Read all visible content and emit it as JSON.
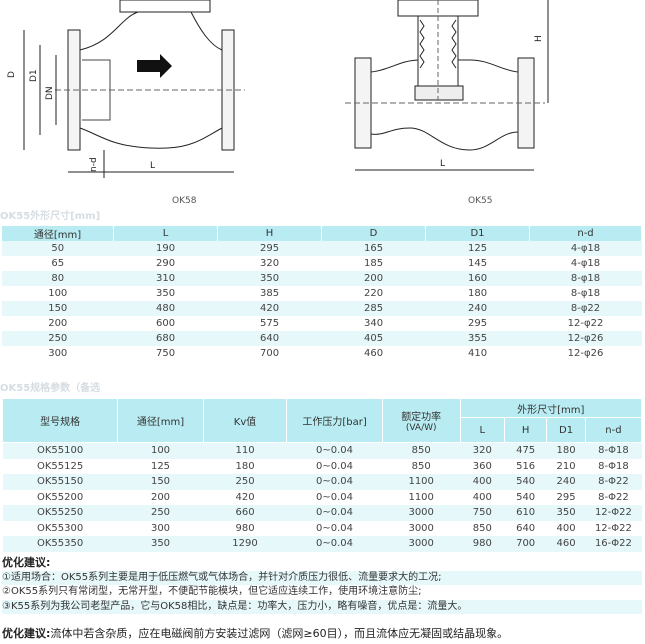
{
  "drawings": {
    "left_caption": "OK58",
    "right_caption": "OK55",
    "left_dim_labels": [
      "D",
      "D1",
      "DN",
      "n-d",
      "L"
    ],
    "right_dim_labels": [
      "H",
      "L"
    ]
  },
  "section1": {
    "title": "OK55外形尺寸[mm]",
    "headers": [
      "通径[mm]",
      "L",
      "H",
      "D",
      "D1",
      "n-d"
    ],
    "rows": [
      [
        "50",
        "190",
        "295",
        "165",
        "125",
        "4-φ18"
      ],
      [
        "65",
        "290",
        "320",
        "185",
        "145",
        "4-φ18"
      ],
      [
        "80",
        "310",
        "350",
        "200",
        "160",
        "8-φ18"
      ],
      [
        "100",
        "350",
        "385",
        "220",
        "180",
        "8-φ18"
      ],
      [
        "150",
        "480",
        "420",
        "285",
        "240",
        "8-φ22"
      ],
      [
        "200",
        "600",
        "575",
        "340",
        "295",
        "12-φ22"
      ],
      [
        "250",
        "680",
        "640",
        "405",
        "355",
        "12-φ26"
      ],
      [
        "300",
        "750",
        "700",
        "460",
        "410",
        "12-φ26"
      ]
    ]
  },
  "section2": {
    "title": "OK55规格参数（备选",
    "headers": {
      "model": "型号规格",
      "dn": "通径[mm]",
      "kv": "Kv值",
      "pressure": "工作压力[bar]",
      "power": "额定功率",
      "power_unit": "(VA/W)",
      "dims": "外形尺寸[mm]",
      "sub": [
        "L",
        "H",
        "D1",
        "n-d"
      ]
    },
    "rows": [
      [
        "OK55100",
        "100",
        "110",
        "0~0.04",
        "850",
        "320",
        "475",
        "180",
        "8-Φ18"
      ],
      [
        "OK55125",
        "125",
        "180",
        "0~0.04",
        "850",
        "360",
        "516",
        "210",
        "8-Φ18"
      ],
      [
        "OK55150",
        "150",
        "250",
        "0~0.04",
        "1100",
        "400",
        "540",
        "240",
        "8-Φ22"
      ],
      [
        "OK55200",
        "200",
        "420",
        "0~0.04",
        "1100",
        "400",
        "540",
        "295",
        "8-Φ22"
      ],
      [
        "OK55250",
        "250",
        "660",
        "0~0.04",
        "3000",
        "750",
        "610",
        "350",
        "12-Φ22"
      ],
      [
        "OK55300",
        "300",
        "980",
        "0~0.04",
        "3000",
        "850",
        "640",
        "400",
        "12-Φ22"
      ],
      [
        "OK55350",
        "350",
        "1290",
        "0~0.04",
        "3000",
        "980",
        "700",
        "460",
        "16-Φ22"
      ]
    ]
  },
  "notes": {
    "heading": "优化建议:",
    "lines": [
      "①适用场合：OK55系列主要是用于低压燃气或气体场合，并针对介质压力很低、流量要求大的工况;",
      "②OK55系列只有常闭型，无常开型，不便配节能模块，但它适应连续工作，使用环境注意防尘;",
      "③K55系列为我公司老型产品，它与OK58相比，缺点是：功率大，压力小，略有噪音，优点是：流量大。"
    ]
  },
  "footer": {
    "label": "优化建议:",
    "text": "流体中若含杂质，应在电磁阀前方安装过滤网（滤网≥60目），而且流体应无凝固或结晶现象。"
  }
}
